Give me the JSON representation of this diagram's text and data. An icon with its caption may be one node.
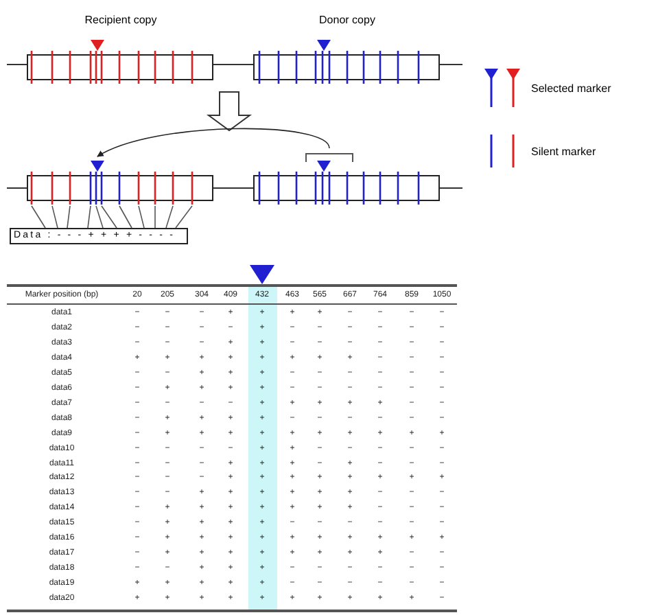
{
  "diagram": {
    "nodes": [
      {
        "text": [
          "Recipient copy"
        ]
      },
      {
        "text": [
          "Donor copy"
        ]
      },
      {
        "text": [],
        "shape": "box"
      },
      {
        "text": [],
        "shape": "box"
      },
      {
        "text": [
          "Data : - - - + + + + - - - -"
        ]
      }
    ],
    "edges": [
      {
        "from": 0,
        "to": 2,
        "arrow": "to"
      },
      {
        "from": 3,
        "to": 2,
        "arrow": "to"
      },
      {
        "from": 2,
        "to": 4,
        "arrow": "none",
        "color": "#555555"
      },
      {
        "from": 2,
        "to": 4,
        "arrow": "none",
        "color": "#555555"
      },
      {
        "from": 2,
        "to": 4,
        "arrow": "none",
        "color": "#555555"
      },
      {
        "from": 2,
        "to": 4,
        "arrow": "none",
        "color": "#555555"
      },
      {
        "from": 2,
        "to": 4,
        "arrow": "none",
        "color": "#555555"
      },
      {
        "from": 2,
        "to": 4,
        "arrow": "none",
        "color": "#555555"
      },
      {
        "from": 2,
        "to": 4,
        "arrow": "none",
        "color": "#555555"
      },
      {
        "from": 2,
        "to": 4,
        "arrow": "none",
        "color": "#555555"
      },
      {
        "from": 2,
        "to": 4,
        "arrow": "none",
        "color": "#555555"
      },
      {
        "from": 2,
        "to": 4,
        "arrow": "none",
        "color": "#555555"
      },
      {
        "from": 2,
        "to": 4,
        "arrow": "none",
        "color": "#555555"
      }
    ],
    "labels": [
      "Marker position (bp)",
      "20",
      "205",
      "304",
      "409",
      "432",
      "463",
      "565",
      "667",
      "764",
      "859",
      "1050",
      "data1",
      "−",
      "−",
      "−",
      "+",
      "+",
      "+",
      "+",
      "−",
      "−",
      "−",
      "−",
      "data2",
      "−",
      "−",
      "−",
      "−",
      "+",
      "−",
      "−",
      "−",
      "−",
      "−",
      "−",
      "data3",
      "−",
      "−",
      "−",
      "+",
      "+",
      "−",
      "−",
      "−",
      "−",
      "−",
      "−",
      "data4",
      "+",
      "+",
      "+",
      "+",
      "+",
      "+",
      "+",
      "+",
      "−",
      "−",
      "−",
      "data5",
      "−",
      "−",
      "+",
      "+",
      "+",
      "−",
      "−",
      "−",
      "−",
      "−",
      "−",
      "data6",
      "−",
      "+",
      "+",
      "+",
      "+",
      "−",
      "−",
      "−",
      "−",
      "−",
      "−",
      "data7",
      "−",
      "−",
      "−",
      "−",
      "+",
      "+",
      "+",
      "+",
      "+",
      "−",
      "−",
      "data8",
      "−",
      "+",
      "+",
      "+",
      "+",
      "−",
      "−",
      "−",
      "−",
      "−",
      "−",
      "data9",
      "−",
      "+",
      "+",
      "+",
      "+",
      "+",
      "+",
      "+",
      "+",
      "+",
      "+",
      "data10",
      "−",
      "−",
      "−",
      "−",
      "+",
      "+",
      "−",
      "−",
      "−",
      "−",
      "−",
      "data11",
      "−",
      "−",
      "−",
      "+",
      "+",
      "+",
      "−",
      "+",
      "−",
      "−",
      "−",
      "data12",
      "−",
      "−",
      "−",
      "+",
      "+",
      "+",
      "+",
      "+",
      "+",
      "+",
      "+",
      "data13",
      "−",
      "−",
      "+",
      "+",
      "+",
      "+",
      "+",
      "+",
      "−",
      "−",
      "−",
      "data14",
      "−",
      "+",
      "+",
      "+",
      "+",
      "+",
      "+",
      "+",
      "−",
      "−",
      "−",
      "data15",
      "−",
      "+",
      "+",
      "+",
      "+",
      "−",
      "−",
      "−",
      "−",
      "−",
      "−",
      "data16",
      "−",
      "+",
      "+",
      "+",
      "+",
      "+",
      "+",
      "+",
      "+",
      "+",
      "+",
      "data17",
      "−",
      "+",
      "+",
      "+",
      "+",
      "+",
      "+",
      "+",
      "+",
      "−",
      "−",
      "data18",
      "−",
      "−",
      "+",
      "+",
      "+",
      "−",
      "−",
      "−",
      "−",
      "−",
      "−",
      "data19",
      "+",
      "+",
      "+",
      "+",
      "+",
      "−",
      "−",
      "−",
      "−",
      "−",
      "−",
      "data20",
      "+",
      "+",
      "+",
      "+",
      "+",
      "+",
      "+",
      "+",
      "+",
      "+",
      "−"
    ],
    "legend": [
      {
        "text": "Selected marker"
      },
      {
        "text": "Silent marker"
      }
    ]
  }
}
